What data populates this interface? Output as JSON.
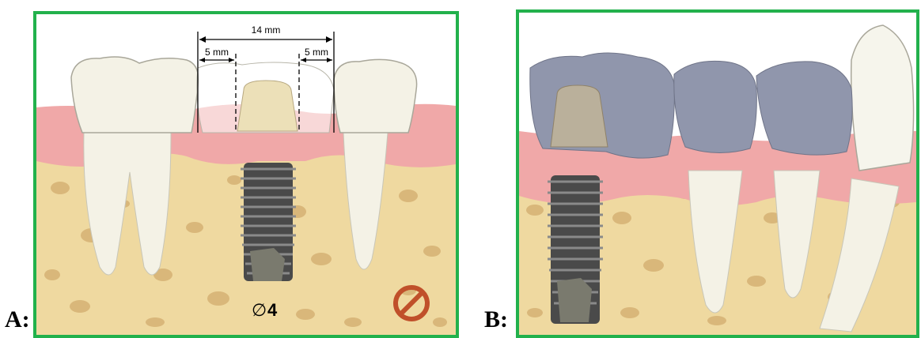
{
  "panels": [
    {
      "label": "A:",
      "frame_color": "#22b14c",
      "measure_total": "14 mm",
      "measure_left": "5 mm",
      "measure_right": "5 mm",
      "diameter_symbol": "∅",
      "diameter_value": "4"
    },
    {
      "label": "B:",
      "frame_color": "#22b14c"
    }
  ],
  "colors": {
    "gum": "#f0a8a8",
    "bone": "#efd9a0",
    "tooth": "#f4f2e6",
    "crown_gray": "#9096ac",
    "implant": "#4a4a4a",
    "abutment": "#ece0b8",
    "prohibition": "#c0502a"
  },
  "icons": [
    "prohibition-icon"
  ]
}
